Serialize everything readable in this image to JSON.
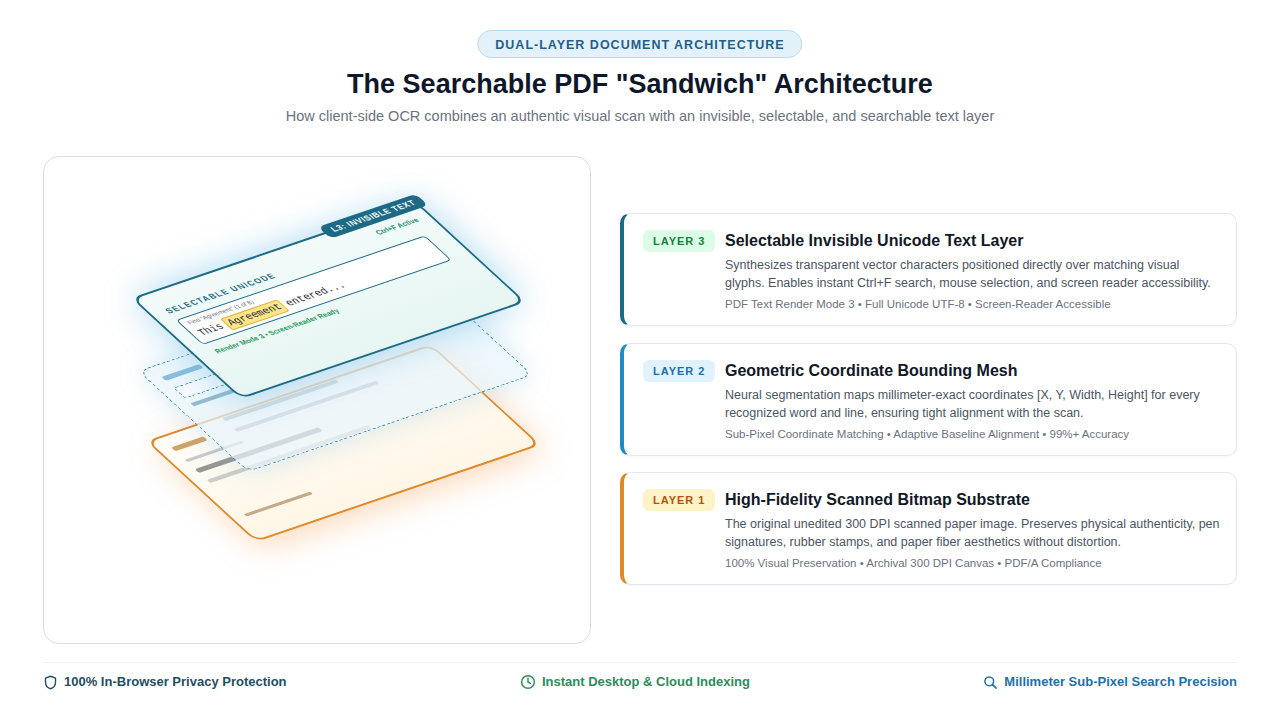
{
  "diagram": {
    "title": "The Searchable PDF \"Sandwich\" Architecture",
    "nodes": [
      {
        "text": [
          "DUAL-LAYER DOCUMENT ARCHITECTURE"
        ]
      },
      {
        "text": [
          "SELECTABLE UNICODE",
          "Render Mode 3 • Screen-Reader Ready",
          "Ctrl+F Active"
        ]
      },
      {
        "text": [
          "L3: INVISIBLE TEXT"
        ],
        "in": 1
      },
      {
        "text": [
          "Find \"Agreement\" (1 of 8)",
          "This",
          "Agreement",
          "entered..."
        ],
        "in": 1
      },
      {
        "text": [
          "Selectable Invisible Unicode Text Layer",
          "Synthesizes transparent vector characters positioned directly over matching visual glyphs. Enables instant Ctrl+F search, mouse selection, and screen reader accessibility.",
          "PDF Text Render Mode 3 • Full Unicode UTF-8 • Screen-Reader Accessible"
        ]
      },
      {
        "text": [
          "LAYER 3"
        ],
        "in": 4
      },
      {
        "text": [
          "Geometric Coordinate Bounding Mesh",
          "Neural segmentation maps millimeter-exact coordinates [X, Y, Width, Height] for every recognized word and line, ensuring tight alignment with the scan.",
          "Sub-Pixel Coordinate Matching • Adaptive Baseline Alignment • 99%+ Accuracy"
        ]
      },
      {
        "text": [
          "LAYER 2"
        ],
        "in": 6
      },
      {
        "text": [
          "High-Fidelity Scanned Bitmap Substrate",
          "The original unedited 300 DPI scanned paper image. Preserves physical authenticity, pen signatures, rubber stamps, and paper fiber aesthetics without distortion.",
          "100% Visual Preservation • Archival 300 DPI Canvas • PDF/A Compliance"
        ]
      },
      {
        "text": [
          "LAYER 1"
        ],
        "in": 8
      }
    ],
    "labels": [
      "How client-side OCR combines an authentic visual scan with an invisible, selectable, and searchable text layer",
      "100% In-Browser Privacy Protection",
      "Instant Desktop & Cloud Indexing",
      "Millimeter Sub-Pixel Search Precision"
    ]
  }
}
